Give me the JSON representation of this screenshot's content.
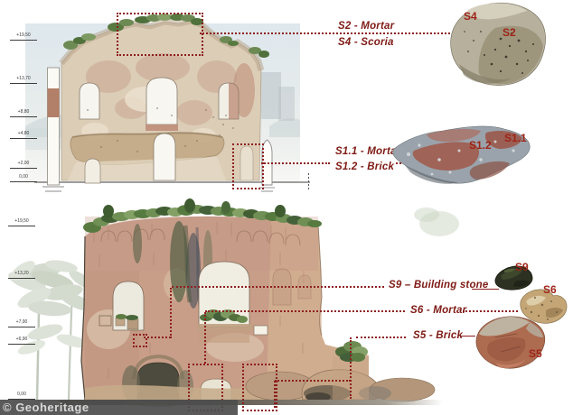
{
  "credit": "© Geoheritage",
  "colors": {
    "annotation_red": "#8e1f1f",
    "label_red": "#7e1a14",
    "tag_red": "#9e2417"
  },
  "top_panel": {
    "elevations": [
      "+19,50",
      "+13,70",
      "+8,80",
      "+4,80",
      "+2,00",
      "0,00"
    ],
    "labels": {
      "s2": "S2 - Mortar",
      "s4": "S4 - Scoria",
      "s11": "S1.1 - Mortar",
      "s12": "S1.2 - Brick"
    },
    "sample_tags": {
      "s4": "S4",
      "s2": "S2",
      "s12": "S1.2",
      "s11": "S1.1"
    }
  },
  "bottom_panel": {
    "elevations": [
      "+19,50",
      "+13,20",
      "+7,90",
      "+6,90",
      "0,00"
    ],
    "labels": {
      "s9": "S9 – Building stone",
      "s6": "S6 - Mortar",
      "s5": "S5 - Brick"
    },
    "sample_tags": {
      "s9": "S9",
      "s6": "S6",
      "s5": "S5"
    }
  }
}
